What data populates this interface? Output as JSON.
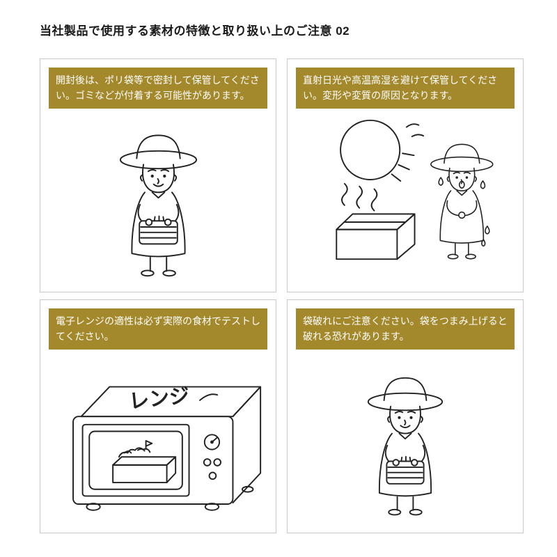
{
  "page": {
    "title": "当社製品で使用する素材の特徴と取り扱い上のご注意 02"
  },
  "colors": {
    "caption_background": "#a4892c",
    "caption_text": "#ffffff",
    "panel_border": "#c9c9c9",
    "line_art": "#222222"
  },
  "panels": [
    {
      "caption": "開封後は、ポリ袋等で密封して保管してください。ゴミなどが付着する可能性があります。"
    },
    {
      "caption": "直射日光や高温高湿を避けて保管してください。変形や変質の原因となります。"
    },
    {
      "caption": "電子レンジの適性は必ず実際の食材でテストしてください。",
      "microwave_label": "レンジ"
    },
    {
      "caption": "袋破れにご注意ください。袋をつまみ上げると破れる恐れがあります。"
    }
  ]
}
